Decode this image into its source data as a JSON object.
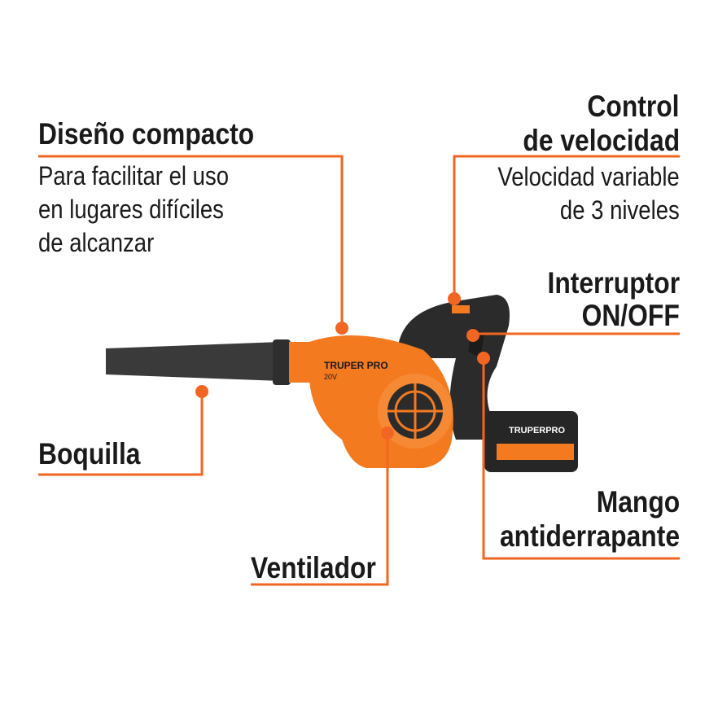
{
  "colors": {
    "accent": "#f26522",
    "body_orange": "#f47a20",
    "dark": "#2b2b2b"
  },
  "callouts": {
    "compact": {
      "title": "Diseño compacto",
      "lines": [
        "Para facilitar el uso",
        "en lugares difíciles",
        "de alcanzar"
      ]
    },
    "speed": {
      "title": [
        "Control",
        "de velocidad"
      ],
      "lines": [
        "Velocidad variable",
        "de 3 niveles"
      ]
    },
    "switch": {
      "title": [
        "Interruptor",
        "ON/OFF"
      ]
    },
    "nozzle": {
      "title": "Boquilla"
    },
    "fan": {
      "title": "Ventilador"
    },
    "handle": {
      "title": [
        "Mango",
        "antiderrapante"
      ]
    }
  },
  "product": {
    "brand": "TRUPER PRO",
    "voltage": "20V"
  }
}
